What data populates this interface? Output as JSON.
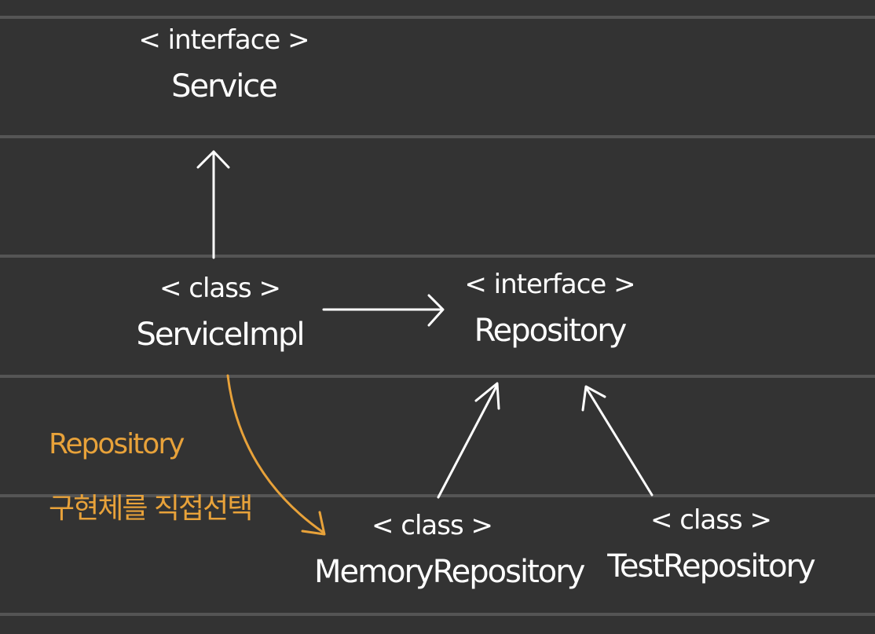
{
  "nodes": {
    "service": {
      "stereotype": "< interface >",
      "name": "Service"
    },
    "service_impl": {
      "stereotype": "< class >",
      "name": "ServiceImpl"
    },
    "repository": {
      "stereotype": "< interface >",
      "name": "Repository"
    },
    "memory_repository": {
      "stereotype": "< class >",
      "name": "MemoryRepository"
    },
    "test_repository": {
      "stereotype": "< class >",
      "name": "TestRepository"
    }
  },
  "note": {
    "line1": "Repository",
    "line2": "구현체를 직접선택"
  },
  "colors": {
    "background": "#333333",
    "rule_lines": "#555555",
    "ink": "#ffffff",
    "note": "#e8a23a"
  }
}
